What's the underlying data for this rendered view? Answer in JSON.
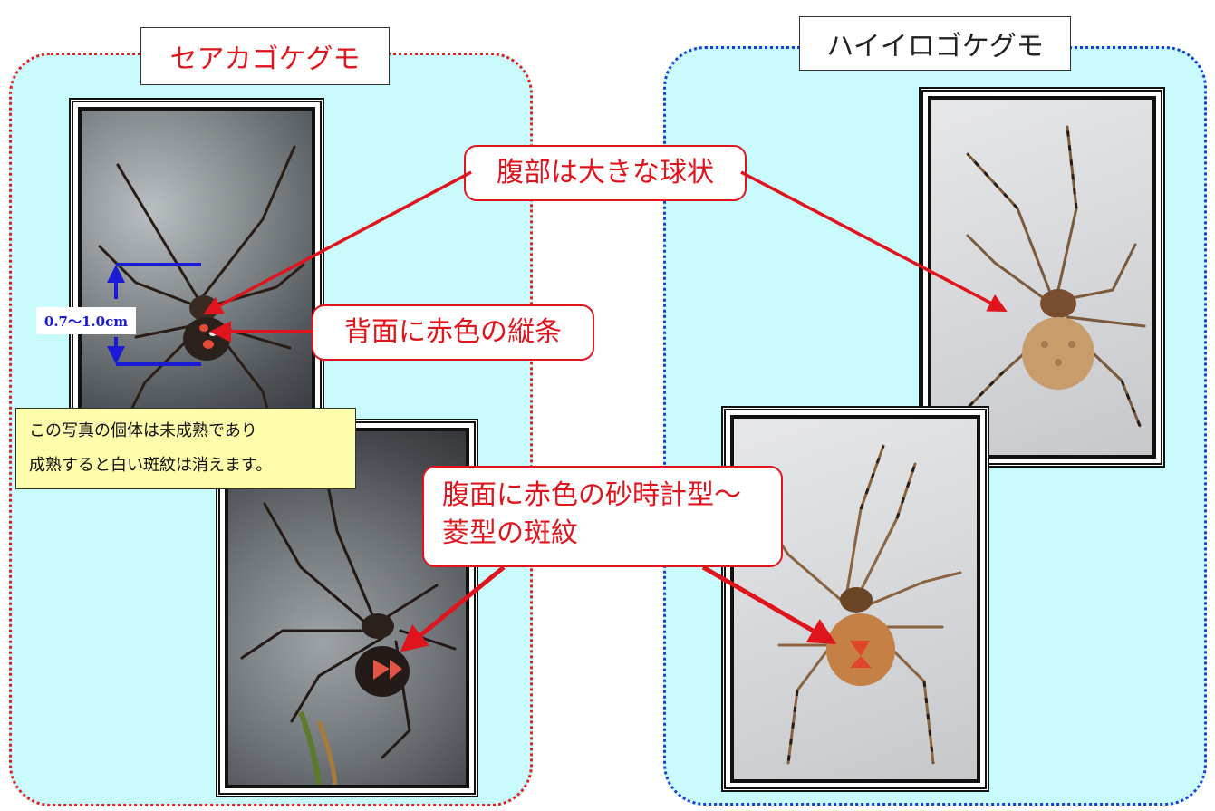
{
  "left_panel": {
    "title": "セアカゴケグモ",
    "size_label": "0.7〜1.0cm",
    "note_lines": [
      "この写真の個体は未成熟であり",
      "成熟すると白い斑紋は消えます。"
    ]
  },
  "right_panel": {
    "title": "ハイイロゴケグモ"
  },
  "callouts": {
    "abdomen": "腹部は大きな球状",
    "dorsal": "背面に赤色の縦条",
    "ventral_line1": "腹面に赤色の砂時計型〜",
    "ventral_line2": "菱型の斑紋"
  },
  "colors": {
    "red_accent": "#e0141c",
    "blue_accent": "#1b3cd6",
    "panel_fill": "#c9fbfd",
    "note_fill": "#fdfdab"
  }
}
